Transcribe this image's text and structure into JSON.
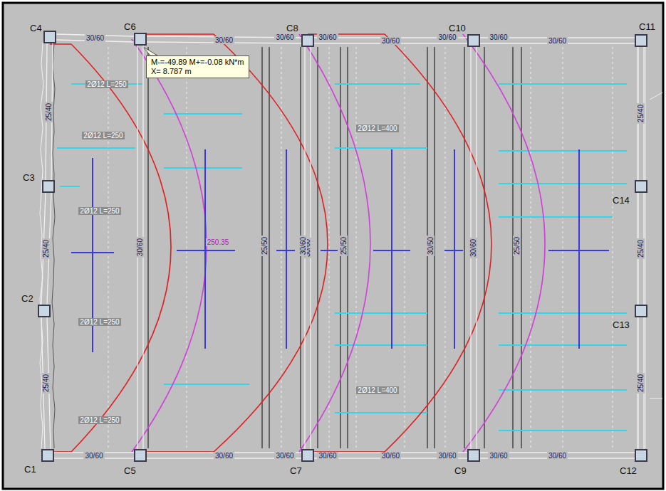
{
  "diagram": {
    "nodes": [
      {
        "text": [
          "C4"
        ]
      },
      {
        "text": [
          "C6"
        ]
      },
      {
        "text": [
          "C8"
        ]
      },
      {
        "text": [
          "C10"
        ]
      },
      {
        "text": [
          "C11"
        ]
      },
      {
        "text": [
          "M-=-49.89 M+=-0.08 kN*m",
          "X= 8.787 m"
        ]
      },
      {
        "text": [
          "C3"
        ]
      },
      {
        "text": [
          "C14"
        ]
      },
      {
        "text": [
          "C2"
        ]
      },
      {
        "text": [
          "C13"
        ]
      },
      {
        "text": [
          "C1"
        ]
      },
      {
        "text": [
          "C5"
        ]
      },
      {
        "text": [
          "C7"
        ]
      },
      {
        "text": [
          "C9"
        ]
      },
      {
        "text": [
          "C12"
        ]
      }
    ],
    "edges": [
      {
        "from": 0,
        "to": 1,
        "arrow": "none",
        "label": "30/60"
      },
      {
        "from": 1,
        "to": 2,
        "arrow": "none",
        "label": "30/60"
      },
      {
        "from": 2,
        "to": 3,
        "arrow": "none",
        "label": "30/60"
      },
      {
        "from": 3,
        "to": 4,
        "arrow": "none",
        "label": "30/60"
      },
      {
        "from": 10,
        "to": 11,
        "arrow": "none",
        "label": "30/60"
      },
      {
        "from": 11,
        "to": 12,
        "arrow": "none",
        "label": "30/60"
      },
      {
        "from": 12,
        "to": 13,
        "arrow": "none",
        "label": "30/60"
      },
      {
        "from": 13,
        "to": 14,
        "arrow": "none",
        "label": "30/60"
      },
      {
        "from": 0,
        "to": 6,
        "arrow": "none",
        "label": "25/40"
      },
      {
        "from": 6,
        "to": 8,
        "arrow": "none",
        "label": "25/40"
      },
      {
        "from": 8,
        "to": 10,
        "arrow": "none",
        "label": "25/40"
      },
      {
        "from": 4,
        "to": 7,
        "arrow": "none",
        "label": "25/40"
      },
      {
        "from": 7,
        "to": 9,
        "arrow": "none",
        "label": "25/40"
      },
      {
        "from": 9,
        "to": 14,
        "arrow": "none",
        "label": "25/40"
      },
      {
        "from": 1,
        "to": 11,
        "arrow": "none",
        "label": "30/60"
      },
      {
        "from": 2,
        "to": 12,
        "arrow": "none",
        "label": "30/60"
      },
      {
        "from": 3,
        "to": 13,
        "arrow": "none",
        "label": "30/60"
      }
    ],
    "labels": [
      "30/60",
      "30/60",
      "30/60",
      "30/60",
      "30/60",
      "30/60",
      "30/60",
      "30/60",
      "25/50",
      "30/60",
      "25/50",
      "30/50",
      "25/50",
      "2Ø12 L=250",
      "2Ø12 L=250",
      "2Ø12 L=250",
      "2Ø12 L=250",
      "2Ø12 L=250",
      "2Ø12 L=400",
      "2Ø12 L=400",
      "250.35"
    ]
  }
}
